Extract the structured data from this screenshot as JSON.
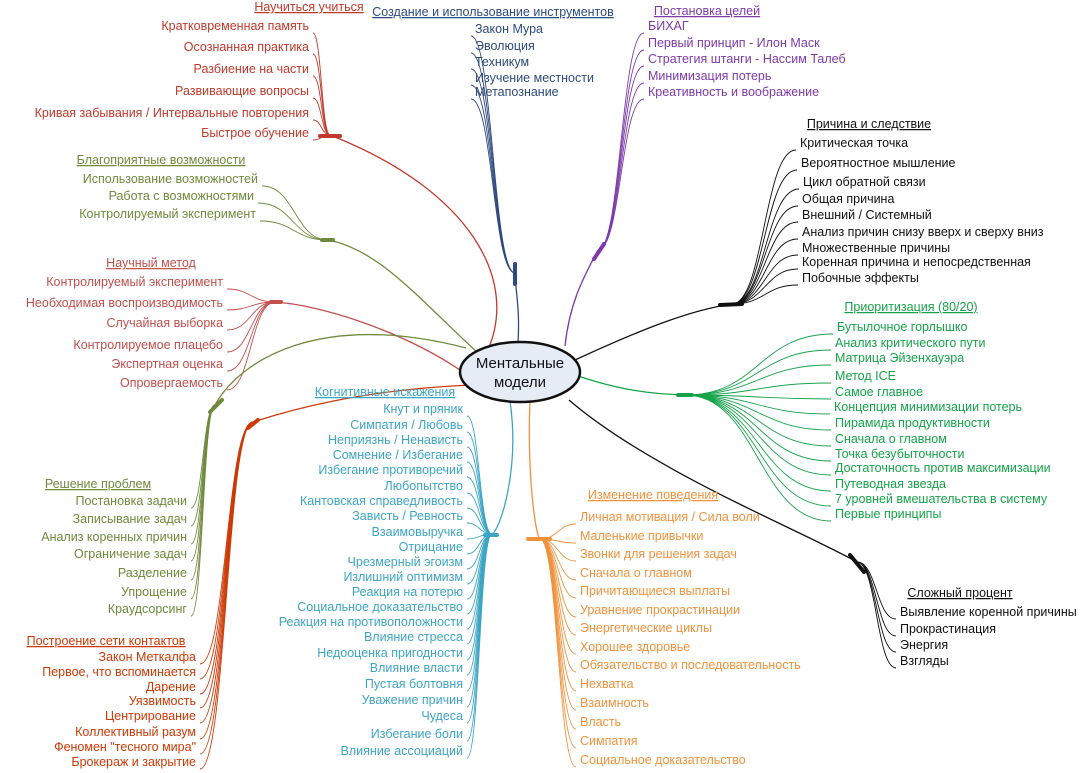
{
  "center": {
    "line1": "Ментальные",
    "line2": "модели"
  },
  "branches": [
    {
      "key": "learn",
      "title": "Научиться учиться",
      "color": "#c0392b",
      "items": [
        "Кратковременная память",
        "Осознанная практика",
        "Разбиение на части",
        "Развивающие вопросы",
        "Кривая забывания / Интервальные повторения",
        "Быстрое обучение"
      ]
    },
    {
      "key": "tools",
      "title": "Создание и использование инструментов",
      "color": "#2e4a7d",
      "items": [
        "Закон Мура",
        "Эволюция",
        "Техникум",
        "Изучение местности",
        "Метапознание"
      ]
    },
    {
      "key": "goals",
      "title": "Постановка целей",
      "color": "#7d3aa8",
      "items": [
        "БИХАГ",
        "Первый принцип - Илон Маск",
        "Стратегия штанги - Нассим Талеб",
        "Минимизация потерь",
        "Креативность и воображение"
      ]
    },
    {
      "key": "cause",
      "title": "Причина и следствие",
      "color": "#111111",
      "items": [
        "Критическая точка",
        "Вероятностное мышление",
        "Цикл обратной связи",
        "Общая причина",
        "Внешний / Системный",
        "Анализ причин снизу вверх и сверху вниз",
        "Множественные причины",
        "Коренная причина и непосредственная",
        "Побочные эффекты"
      ]
    },
    {
      "key": "opp",
      "title": "Благоприятные возможности",
      "color": "#6f8a3c",
      "items": [
        "Использование возможностей",
        "Работа с возможностями",
        "Контролируемый эксперимент"
      ]
    },
    {
      "key": "sci",
      "title": "Научный метод",
      "color": "#c0504d",
      "items": [
        "Контролируемый эксперимент",
        "Необходимая воспроизводимость",
        "Случайная выборка",
        "Контролируемое плацебо",
        "Экспертная оценка",
        "Опровергаемость"
      ]
    },
    {
      "key": "prio",
      "title": "Приоритизация (80/20)",
      "color": "#16a34a",
      "items": [
        "Бутылочное горлышко",
        "Анализ критического пути",
        "Матрица Эйзенхауэра",
        "Метод ICE",
        "Самое главное",
        "Концепция минимизации потерь",
        "Пирамида продуктивности",
        "Сначала о главном",
        "Точка безубыточности",
        "Достаточность против максимизации",
        "Путеводная звезда",
        "7 уровней вмешательства в систему",
        "Первые принципы"
      ]
    },
    {
      "key": "cog",
      "title": "Когнитивные искажения",
      "color": "#3da5c4",
      "items": [
        "Кнут и пряник",
        "Симпатия / Любовь",
        "Неприязнь / Ненависть",
        "Сомнение / Избегание",
        "Избегание противоречий",
        "Любопытство",
        "Кантовская справедливость",
        "Зависть / Ревность",
        "Взаимовыручка",
        "Отрицание",
        "Чрезмерный эгоизм",
        "Излишний оптимизм",
        "Реакция на потерю",
        "Социальное доказательство",
        "Реакция на противоположности",
        "Влияние стресса",
        "Недооценка пригодности",
        "Влияние власти",
        "Пустая болтовня",
        "Уважение причин",
        "Чудеса",
        "Избегание боли",
        "Влияние ассоциаций"
      ]
    },
    {
      "key": "beh",
      "title": "Изменение поведения",
      "color": "#f0923c",
      "items": [
        "Личная мотивация / Сила воли",
        "Маленькие привычки",
        "Звонки для решения задач",
        "Сначала о главном",
        "Причитающиеся выплаты",
        "Уравнение прокрастинации",
        "Энергетические циклы",
        "Хорошее здоровье",
        "Обязательство и последовательность",
        "Нехватка",
        "Взаимность",
        "Власть",
        "Симпатия",
        "Социальное доказательство"
      ]
    },
    {
      "key": "prob",
      "title": "Решение проблем",
      "color": "#6f8a3c",
      "items": [
        "Постановка задачи",
        "Записывание задач",
        "Анализ коренных причин",
        "Ограничение задач",
        "Разделение",
        "Упрощение",
        "Краудсорсинг"
      ]
    },
    {
      "key": "net",
      "title": "Построение сети контактов",
      "color": "#cc3a06",
      "items": [
        "Закон Меткалфа",
        "Первое, что вспоминается",
        "Дарение",
        "Уязвимость",
        "Центрирование",
        "Коллективный разум",
        "Феномен \"тесного мира\"",
        "Брокераж и закрытие"
      ]
    },
    {
      "key": "comp",
      "title": "Сложный процент",
      "color": "#111111",
      "items": [
        "Выявление коренной причины",
        "Прокрастинация",
        "Энергия",
        "Взгляды"
      ]
    }
  ]
}
